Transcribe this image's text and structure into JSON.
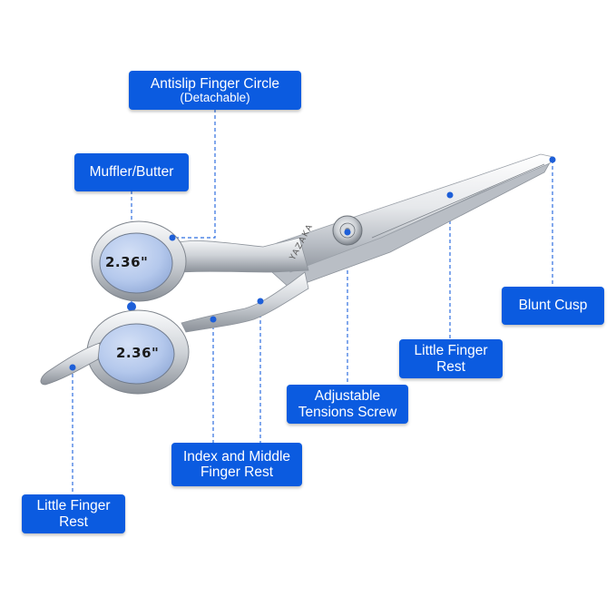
{
  "callouts": {
    "finger_circle": {
      "line1": "Antislip Finger Circle",
      "line2": "(Detachable)"
    },
    "muffler": {
      "line1": "Muffler/Butter"
    },
    "blunt_cusp": {
      "line1": "Blunt Cusp"
    },
    "little_finger_rest_blade": {
      "line1": "Little Finger",
      "line2": "Rest"
    },
    "tension_screw": {
      "line1": "Adjustable",
      "line2": "Tensions Screw"
    },
    "index_middle_rest": {
      "line1": "Index and Middle",
      "line2": "Finger Rest"
    },
    "little_finger_rest_handle": {
      "line1": "Little Finger",
      "line2": "Rest"
    }
  },
  "rings": {
    "upper_size": "2.36\"",
    "lower_size": "2.36\""
  },
  "brand": "YAZAKA",
  "colors": {
    "callout_blue": "#0b5be0",
    "leader_line": "#2f6fe0",
    "steel_light": "#eef0f3",
    "steel_dark": "#8e949c",
    "ring_fill": "#b4c8ec"
  }
}
